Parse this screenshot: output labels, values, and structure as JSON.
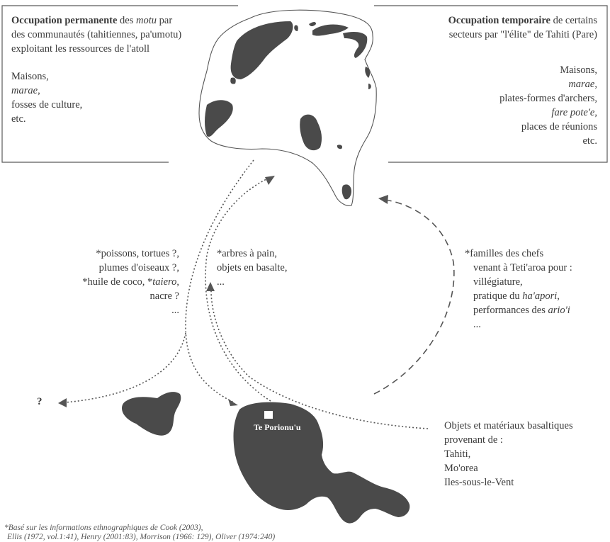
{
  "colors": {
    "island": "#4a4a4a",
    "line": "#555555",
    "text": "#3a3a3a",
    "box": "#5a5a5a"
  },
  "left_box": {
    "heading_bold": "Occupation permanente",
    "heading_rest_1": " des ",
    "heading_motu": "motu",
    "heading_rest_2": " par",
    "line2": "des communautés (tahitiennes, pa'umotu)",
    "line3": "exploitant les ressources de l'atoll",
    "item1": "Maisons,",
    "item2": "marae",
    "item2_suffix": ",",
    "item3": "fosses de culture,",
    "item4": "etc."
  },
  "right_box": {
    "heading_bold": "Occupation temporaire",
    "heading_rest": " de certains",
    "line2": "secteurs par \"l'élite\" de Tahiti (Pare)",
    "item1": "Maisons,",
    "item2": "marae",
    "item2_suffix": ",",
    "item3": "plates-formes d'archers,",
    "item4": "fare pote'e",
    "item4_suffix": ",",
    "item5": "places de réunions",
    "item6": "etc."
  },
  "exports": {
    "line1": "*poissons, tortues ?,",
    "line2": "plumes d'oiseaux ?,",
    "line3_a": "*huile de coco, *",
    "line3_b": "taiero",
    "line3_c": ",",
    "line4": "nacre ?",
    "line5": "..."
  },
  "imports": {
    "line1": "*arbres à pain,",
    "line2": "objets en basalte,",
    "line3": "..."
  },
  "chiefs": {
    "line1": "*familles des chefs",
    "line2": "venant à Teti'aroa pour :",
    "line3": "villégiature,",
    "line4_a": "pratique du ",
    "line4_b": "ha'apori",
    "line4_c": ",",
    "line5_a": "performances des ",
    "line5_b": "ario'i",
    "line6": "..."
  },
  "basalt": {
    "line1": "Objets et matériaux basaltiques",
    "line2": "provenant de :",
    "line3": "Tahiti,",
    "line4": "Mo'orea",
    "line5": "Iles-sous-le-Vent"
  },
  "unknown_mark": "?",
  "place_label": "Te Porionu'u",
  "footnote": {
    "line1": "*Basé sur les informations ethnographiques de Cook (2003),",
    "line2": "Ellis (1972, vol.1:41), Henry (2001:83), Morrison (1966: 129), Oliver (1974:240)"
  }
}
